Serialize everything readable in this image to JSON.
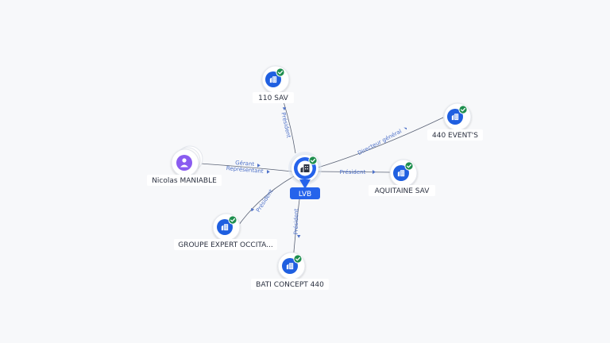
{
  "center": {
    "label": "LVB"
  },
  "nodes": {
    "n110": {
      "label": "110 SAV"
    },
    "n440e": {
      "label": "440 EVENT'S"
    },
    "aquitaine": {
      "label": "AQUITAINE SAV"
    },
    "nicolas": {
      "label": "Nicolas MANIABLE"
    },
    "groupe": {
      "label": "GROUPE EXPERT OCCITA..."
    },
    "bati": {
      "label": "BATI CONCEPT 440"
    }
  },
  "edges": {
    "e110": {
      "label": "Président"
    },
    "e440e": {
      "label": "Directeur général"
    },
    "eaquitaine": {
      "label": "Président"
    },
    "enicolas_1": {
      "label": "Gérant"
    },
    "enicolas_2": {
      "label": "Représentant"
    },
    "egroupe": {
      "label": "Président"
    },
    "ebati": {
      "label": "Président"
    }
  },
  "colors": {
    "company": "#1f5fe0",
    "person": "#8a5cf0",
    "check": "#1e8e4e",
    "edge": "#5a6275",
    "edge_label": "#4f72c9",
    "center": "#2563eb"
  },
  "icons": {
    "company": "building-icon",
    "person": "person-icon",
    "verified": "check-badge-icon"
  }
}
